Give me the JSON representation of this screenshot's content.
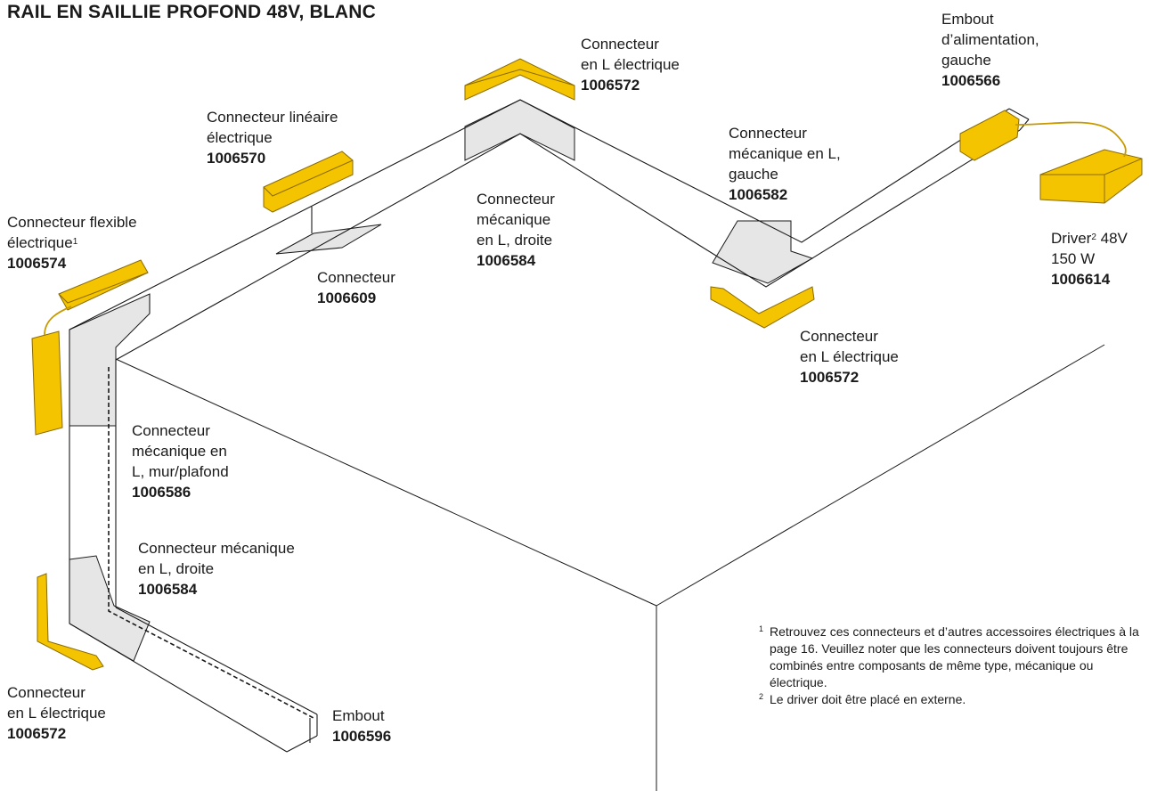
{
  "title": "RAIL EN SAILLIE PROFOND 48V, BLANC",
  "labels": [
    {
      "id": "flex-connector",
      "lines": [
        "Connecteur flexible",
        "électrique"
      ],
      "sup": "1",
      "code": "1006574"
    },
    {
      "id": "linear-connector",
      "lines": [
        "Connecteur linéaire",
        "électrique"
      ],
      "code": "1006570"
    },
    {
      "id": "connector",
      "lines": [
        "Connecteur"
      ],
      "code": "1006609"
    },
    {
      "id": "l-elec-top",
      "lines": [
        "Connecteur",
        "en L électrique"
      ],
      "code": "1006572"
    },
    {
      "id": "l-mech-right-top",
      "lines": [
        "Connecteur",
        "mécanique",
        "en L, droite"
      ],
      "code": "1006584"
    },
    {
      "id": "l-mech-left",
      "lines": [
        "Connecteur",
        "mécanique en L,",
        "gauche"
      ],
      "code": "1006582"
    },
    {
      "id": "power-endcap",
      "lines": [
        "Embout",
        "d’alimentation,",
        "gauche"
      ],
      "code": "1006566"
    },
    {
      "id": "driver",
      "lines": [
        "Driver",
        "150 W"
      ],
      "sup": "2",
      "after_sup": " 48V",
      "code": "1006614"
    },
    {
      "id": "l-elec-right",
      "lines": [
        "Connecteur",
        "en L électrique"
      ],
      "code": "1006572"
    },
    {
      "id": "l-mech-wall-ceiling",
      "lines": [
        "Connecteur",
        "mécanique en",
        "L, mur/plafond"
      ],
      "code": "1006586"
    },
    {
      "id": "l-mech-right-bottom",
      "lines": [
        "Connecteur mécanique",
        "en L, droite"
      ],
      "code": "1006584"
    },
    {
      "id": "l-elec-bottom",
      "lines": [
        "Connecteur",
        "en L électrique"
      ],
      "code": "1006572"
    },
    {
      "id": "endcap",
      "lines": [
        "Embout"
      ],
      "code": "1006596"
    }
  ],
  "notes": [
    {
      "mark": "1",
      "text": "Retrouvez ces connecteurs et d’autres accessoires électriques à la page 16. Veuillez noter que les connecteurs doivent toujours être combinés entre composants de même type, mécanique ou électrique."
    },
    {
      "mark": "2",
      "text": "Le driver doit être placé en externe."
    }
  ],
  "colors": {
    "accent": "#f5c400",
    "accent_stroke": "#8a6a00",
    "joint": "#e6e6e6",
    "line": "#1a1a1a"
  }
}
